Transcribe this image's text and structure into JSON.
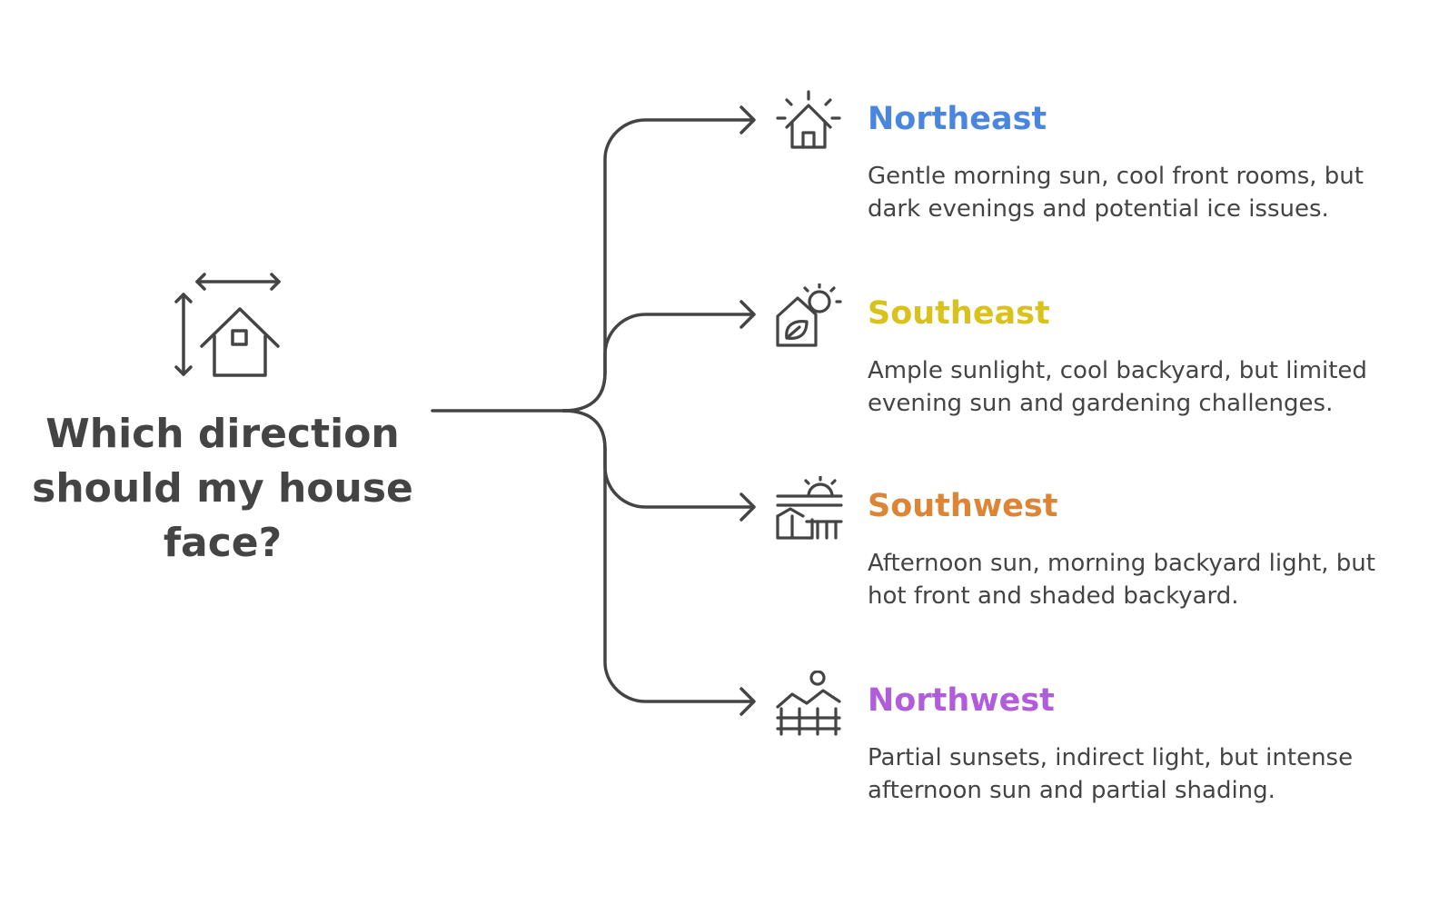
{
  "question": "Which direction should my house face?",
  "options": [
    {
      "title": "Northeast",
      "description": "Gentle morning sun, cool front rooms, but dark evenings and potential ice issues.",
      "color": "#4A86E0",
      "icon": "sunrise-house-icon"
    },
    {
      "title": "Southeast",
      "description": "Ample sunlight, cool backyard, but limited evening sun and gardening challenges.",
      "color": "#D9C21B",
      "icon": "eco-house-sun-icon"
    },
    {
      "title": "Southwest",
      "description": "Afternoon sun, morning backyard light, but hot front and shaded backyard.",
      "color": "#DD8535",
      "icon": "farm-sunset-icon"
    },
    {
      "title": "Northwest",
      "description": "Partial sunsets, indirect light, but intense afternoon sun and partial shading.",
      "color": "#B05CDB",
      "icon": "landscape-fence-icon"
    }
  ],
  "colors": {
    "text": "#444444",
    "line": "#444444"
  }
}
